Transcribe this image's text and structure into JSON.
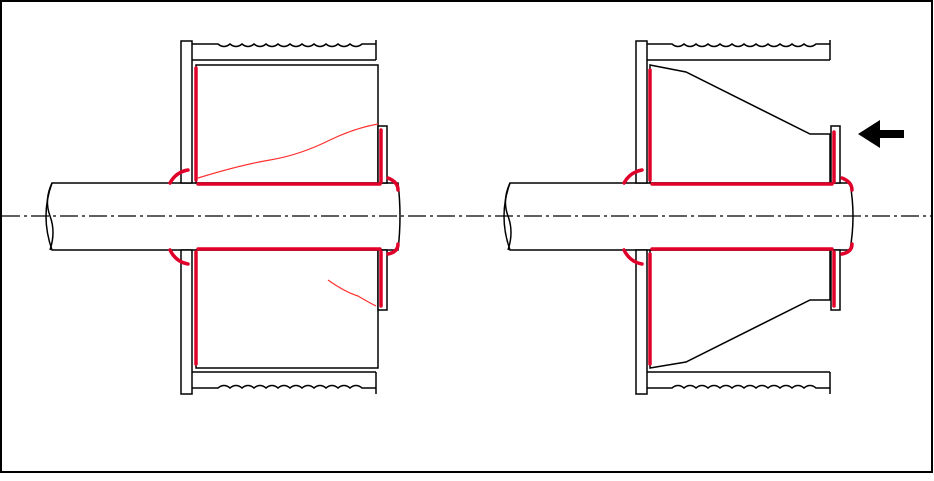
{
  "diagram": {
    "views": [
      {
        "id": "left",
        "state": "normal"
      },
      {
        "id": "right",
        "state": "pressed",
        "arrow": true
      }
    ],
    "colors": {
      "outline": "#000000",
      "highlight": "#e0002a",
      "crack": "#ff3030",
      "background": "#ffffff"
    }
  }
}
